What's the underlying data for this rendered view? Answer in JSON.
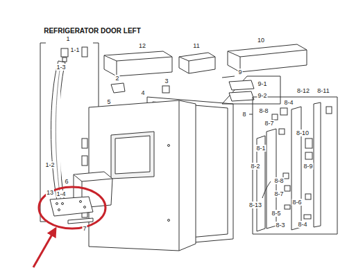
{
  "diagram": {
    "title": "REFRIGERATOR DOOR LEFT",
    "labels": [
      "1",
      "1-1",
      "1-3",
      "1-2",
      "1-4",
      "12",
      "11",
      "10",
      "2",
      "3",
      "4",
      "5",
      "9",
      "9-1",
      "9-2",
      "8-12",
      "8-11",
      "8",
      "8-4",
      "8-8",
      "8-7",
      "8-10",
      "8-1",
      "8-2",
      "8-9",
      "8-8",
      "8-7",
      "8-13",
      "8-6",
      "8-5",
      "8-4",
      "8-3",
      "6",
      "13",
      "7"
    ]
  }
}
